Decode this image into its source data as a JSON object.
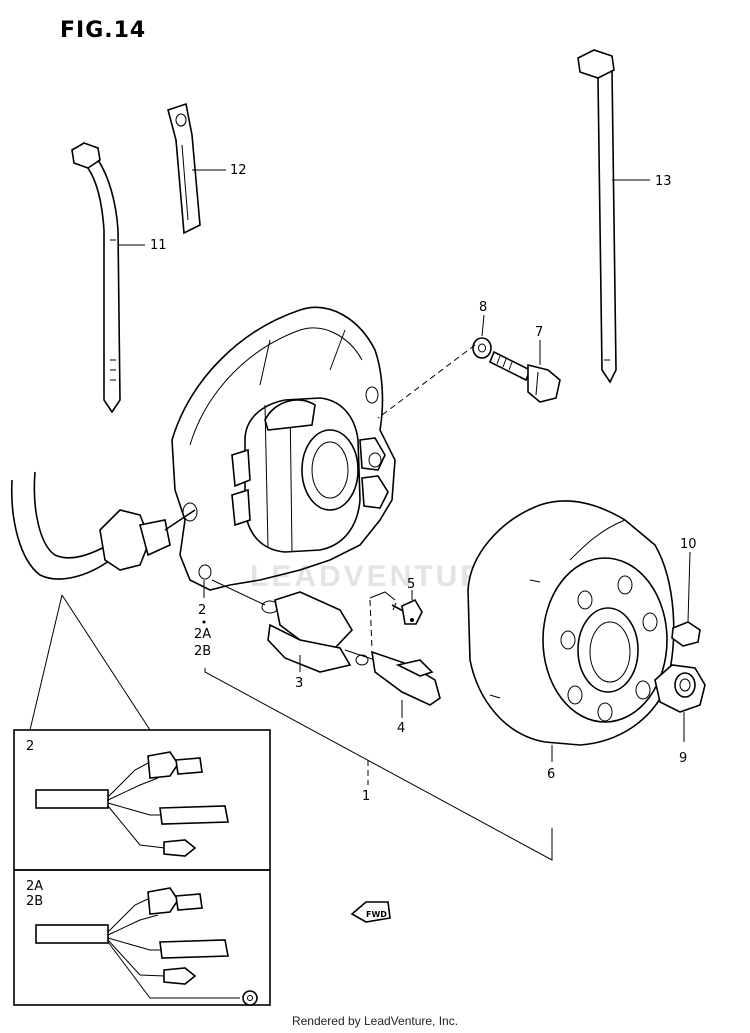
{
  "figure": {
    "title": "FIG.14",
    "watermark": "LEADVENTURE",
    "footer": "Rendered by LeadVenture, Inc."
  },
  "callouts": {
    "c1": "1",
    "c2": "2",
    "c2a": "2A",
    "c2b": "2B",
    "c3": "3",
    "c4": "4",
    "c5": "5",
    "c6": "6",
    "c7": "7",
    "c8": "8",
    "c9": "9",
    "c10": "10",
    "c11": "11",
    "c12": "12",
    "c13": "13"
  },
  "inset_panels": {
    "upper_label": "2",
    "lower_label_a": "2A",
    "lower_label_b": "2B"
  },
  "direction_marker": "FWD"
}
